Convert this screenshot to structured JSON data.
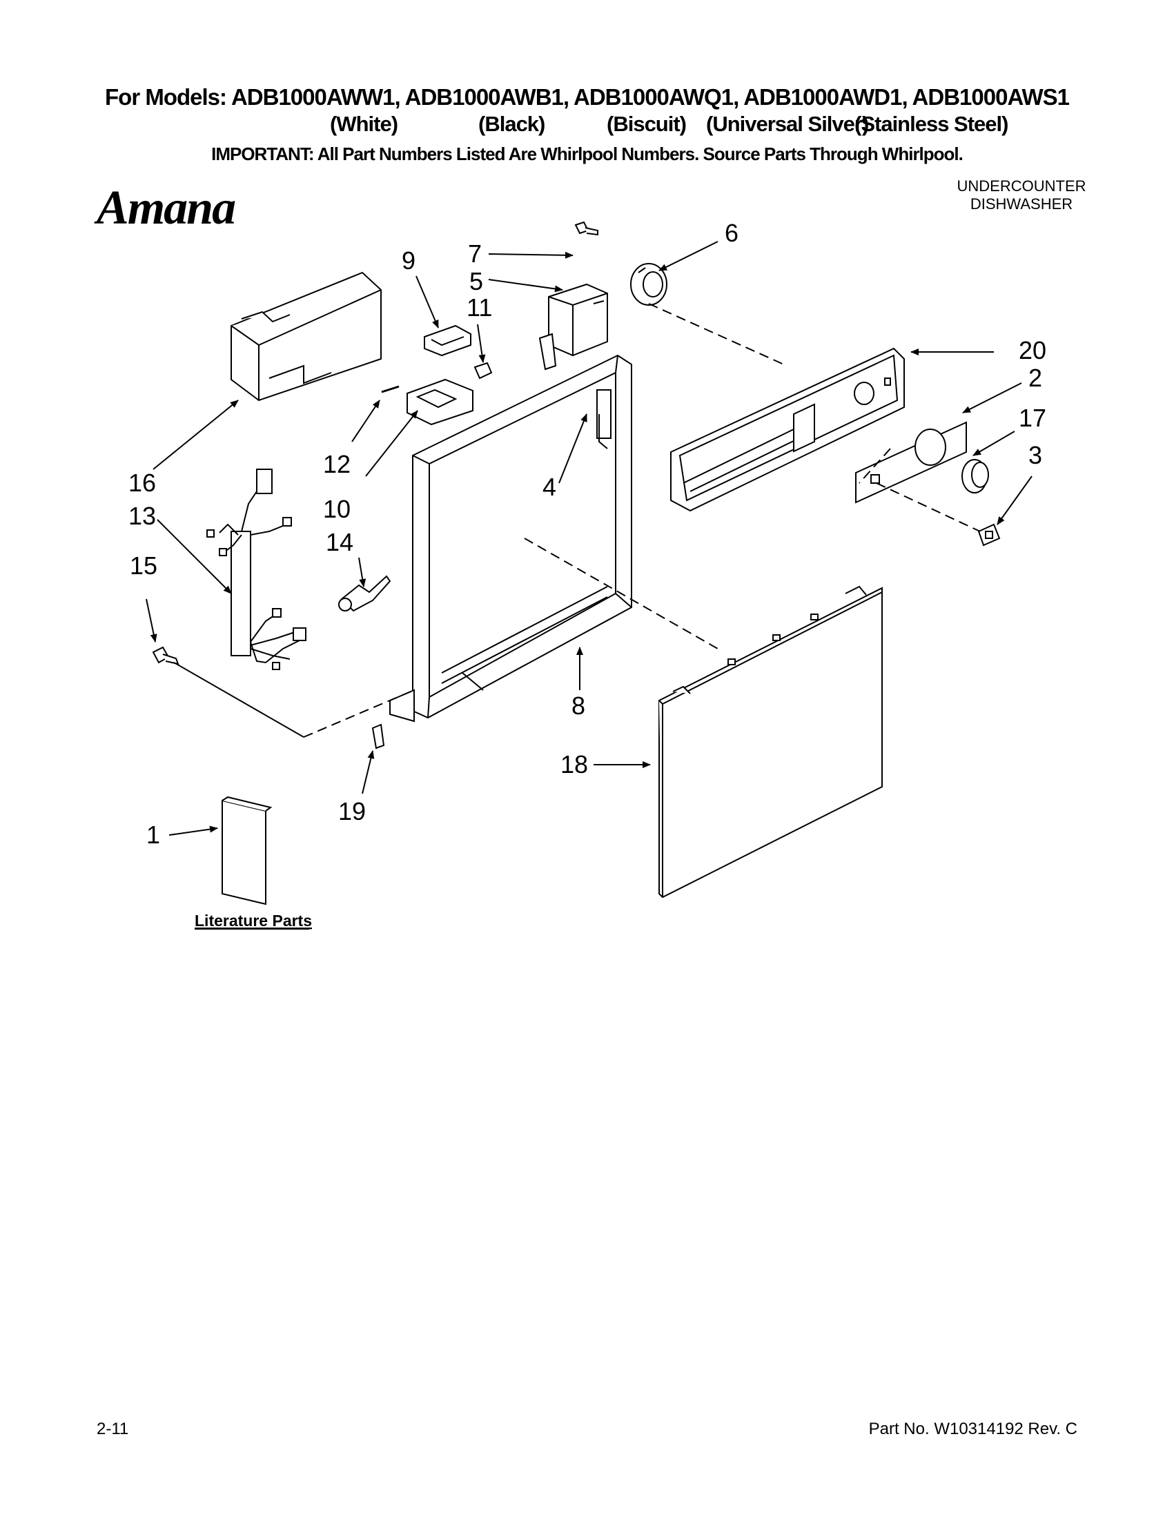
{
  "header": {
    "models": "For Models: ADB1000AWW1, ADB1000AWB1, ADB1000AWQ1, ADB1000AWD1, ADB1000AWS1",
    "colors": [
      "(White)",
      "(Black)",
      "(Biscuit)",
      "(Universal Silver)",
      "(Stainless Steel)"
    ],
    "important": "IMPORTANT: All Part Numbers Listed Are Whirlpool Numbers. Source Parts Through Whirlpool.",
    "brand": "Amana",
    "product_line1": "UNDERCOUNTER",
    "product_line2": "DISHWASHER"
  },
  "callouts": [
    "1",
    "2",
    "3",
    "4",
    "5",
    "6",
    "7",
    "8",
    "9",
    "10",
    "11",
    "12",
    "13",
    "14",
    "15",
    "16",
    "17",
    "18",
    "19",
    "20"
  ],
  "literature_label": "Literature Parts",
  "footer": {
    "page": "2-11",
    "part_no": "Part No. W10314192 Rev. C"
  }
}
